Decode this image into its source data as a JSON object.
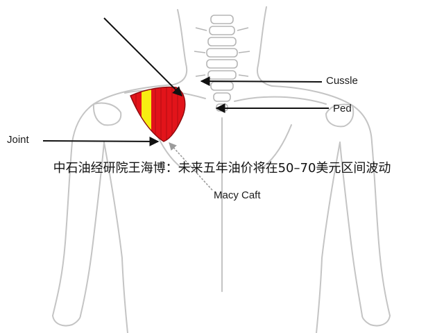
{
  "labels": {
    "cussle": "Cussle",
    "ped": "Ped",
    "joint": "Joint",
    "macy_caft": "Macy Caft"
  },
  "caption": "中石油经研院王海博：未来五年油价将在50–70美元区间波动",
  "colors": {
    "outline": "#c4c4c4",
    "muscle_red": "#e2141a",
    "muscle_yellow": "#f7ee12",
    "arrow": "#111111",
    "arrow_gray": "#9b9b9b"
  }
}
